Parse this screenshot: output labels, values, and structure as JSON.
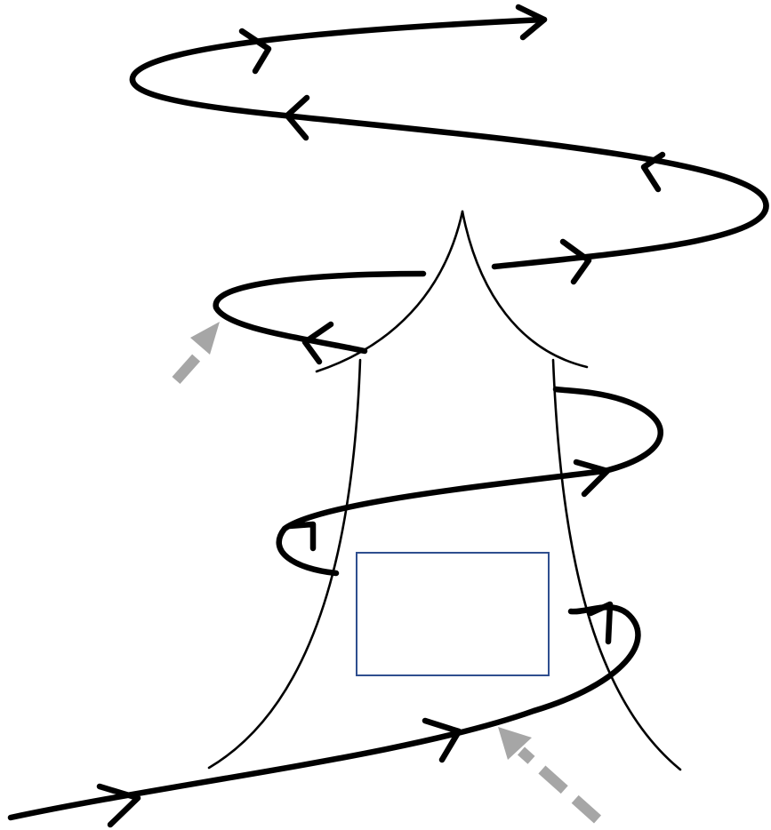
{
  "colors": {
    "spiral": "#000000",
    "outline": "#000000",
    "guide_arrows": "#a6a6a6",
    "box_border": "#2f4f8f",
    "background": "#ffffff"
  },
  "diagram": {
    "elements": [
      "spiral-path",
      "tower-outline",
      "detail-box",
      "dashed-pointer-arrows"
    ]
  }
}
